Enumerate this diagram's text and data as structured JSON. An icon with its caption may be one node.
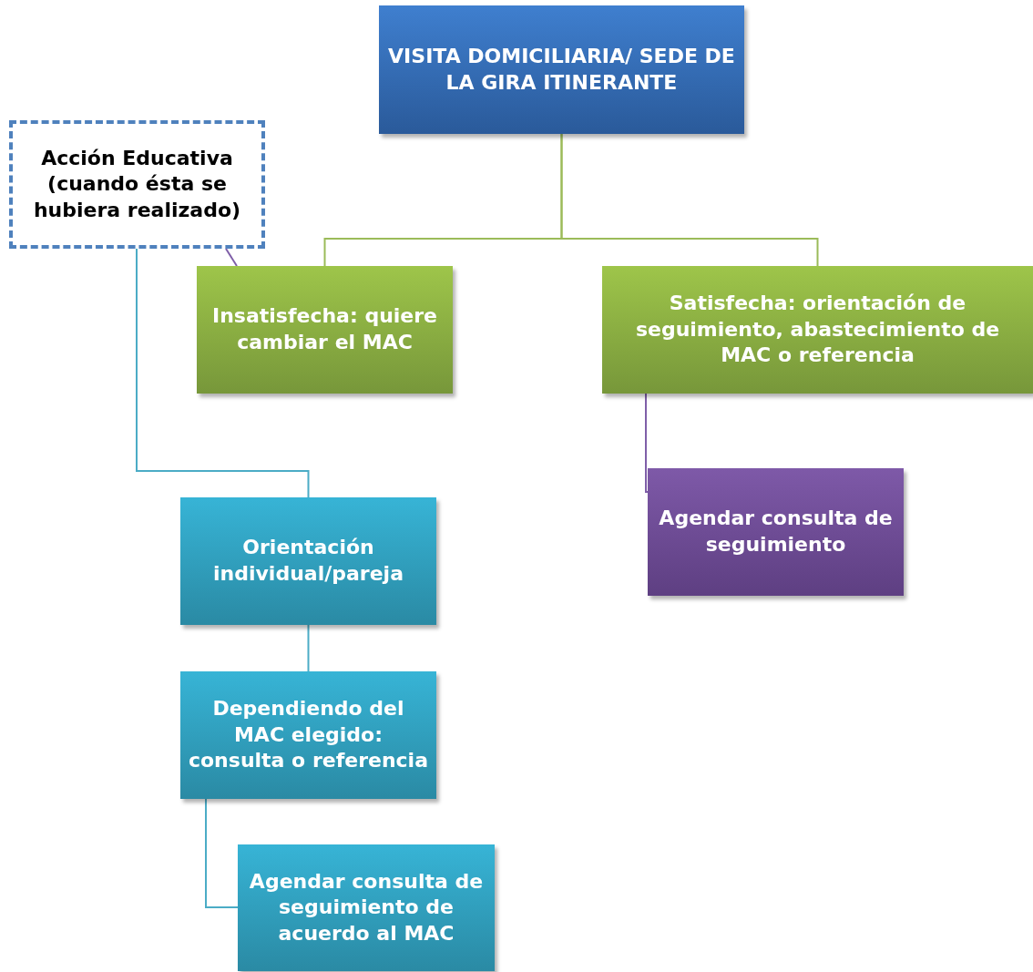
{
  "diagram": {
    "nodes": [
      {
        "text": [
          "VISITA DOMICILIARIA/ SEDE DE LA GIRA ITINERANTE"
        ]
      },
      {
        "text": [
          "Acción Educativa (cuando ésta se hubiera realizado)"
        ]
      },
      {
        "text": [
          "Insatisfecha: quiere cambiar el MAC"
        ]
      },
      {
        "text": [
          "Satisfecha: orientación de seguimiento, abastecimiento de MAC o referencia"
        ]
      },
      {
        "text": [
          "Orientación individual/pareja"
        ]
      },
      {
        "text": [
          "Dependiendo del MAC elegido: consulta o referencia"
        ]
      },
      {
        "text": [
          "Agendar consulta de seguimiento"
        ]
      },
      {
        "text": [
          "Agendar consulta de seguimiento de acuerdo al MAC"
        ]
      }
    ],
    "edges": [
      {
        "from": 0,
        "to": 2,
        "arrow": "none",
        "color": "#9bbb59"
      },
      {
        "from": 0,
        "to": 3,
        "arrow": "none",
        "color": "#9bbb59"
      },
      {
        "from": 1,
        "to": 2,
        "arrow": "none",
        "color": "#7f5fa8"
      },
      {
        "from": 1,
        "to": 4,
        "arrow": "none"
      },
      {
        "from": 3,
        "to": 6,
        "arrow": "none",
        "color": "#7f5fa8"
      },
      {
        "from": 4,
        "to": 5,
        "arrow": "none"
      },
      {
        "from": 5,
        "to": 7,
        "arrow": "none"
      }
    ]
  }
}
